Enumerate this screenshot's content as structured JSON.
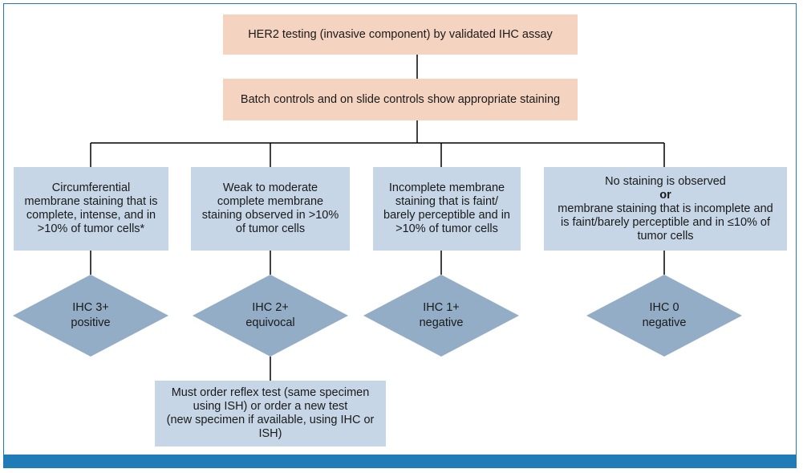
{
  "top": {
    "assay": "HER2 testing (invasive component) by validated IHC assay",
    "controls": "Batch controls and on slide controls show appropriate staining"
  },
  "criteria": [
    {
      "text": "Circumferential\nmembrane staining that is\ncomplete, intense, and in\n>10% of tumor cells*"
    },
    {
      "text": "Weak to moderate\ncomplete membrane\nstaining observed in >10%\nof tumor cells"
    },
    {
      "text": "Incomplete membrane\nstaining that is faint/\nbarely perceptible and in\n>10% of tumor cells"
    },
    {
      "line1": "No staining is observed",
      "or": "or",
      "line2": "membrane staining that is incomplete and\nis faint/barely perceptible and in ≤10% of\ntumor cells"
    }
  ],
  "results": [
    {
      "score": "IHC 3+",
      "status": "positive"
    },
    {
      "score": "IHC 2+",
      "status": "equivocal"
    },
    {
      "score": "IHC 1+",
      "status": "negative"
    },
    {
      "score": "IHC 0",
      "status": "negative"
    }
  ],
  "reflex": "Must order reflex test (same specimen\nusing ISH) or order a new test\n(new specimen if available, using IHC or\nISH)",
  "colors": {
    "top_fill": "#f5d3c1",
    "criteria_fill": "#c6d6e6",
    "diamond_fill": "#92adc5",
    "frame": "#1f7cb8",
    "line": "#000000"
  }
}
